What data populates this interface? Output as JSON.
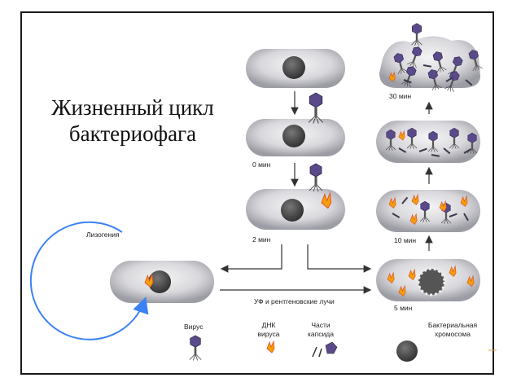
{
  "title_line1": "Жизненный цикл",
  "title_line2": "бактериофага",
  "labels": {
    "lysogeny": "Лизогения",
    "uv": "УФ и рентгеновские лучи",
    "t0": "0 мин",
    "t2": "2 мин",
    "t5": "5 мин",
    "t10": "10 мин",
    "t30": "30 мин"
  },
  "legend": {
    "virus": "Вирус",
    "dna_line1": "ДНК",
    "dna_line2": "вируса",
    "capsid_line1": "Части",
    "capsid_line2": "капсида",
    "chromosome_line1": "Бактериальная",
    "chromosome_line2": "хромосома"
  },
  "colors": {
    "cell": "#d4d4d8",
    "chromosome": "#4a4a4a",
    "virus_head": "#5a4a8a",
    "dna": "#e05520",
    "arrow": "#333333",
    "lysogeny_arrow": "#3b82f6"
  }
}
